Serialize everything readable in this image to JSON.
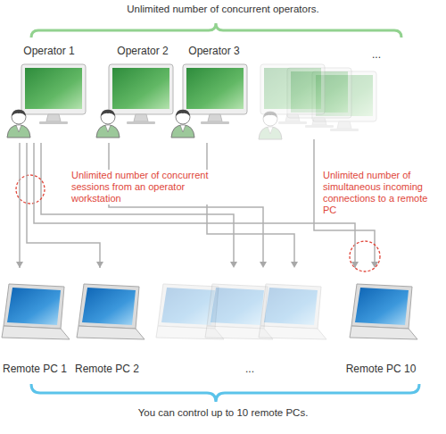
{
  "diagram": {
    "title": "Unlimited number of concurrent operators.",
    "caption": "You can control up to 10 remote PCs.",
    "nodes": [
      {
        "text": [
          "Operator 1"
        ]
      },
      {
        "text": [
          "Operator 2"
        ]
      },
      {
        "text": [
          "Operator 3"
        ]
      },
      {
        "text": [
          "Remote PC 1"
        ]
      },
      {
        "text": [
          "Remote PC 2"
        ]
      },
      {
        "text": [
          "Remote PC 10"
        ]
      }
    ],
    "edges": [
      {
        "from": 0,
        "to": 3,
        "arrow": "to"
      },
      {
        "from": 0,
        "to": 4,
        "arrow": "to"
      },
      {
        "from": 0,
        "to": 5,
        "arrow": "to"
      }
    ],
    "labels": [
      "...",
      "Unlimited number of concurrent sessions from an operator workstation",
      "Unlimited number of simultaneous incoming connections to a remote PC",
      "..."
    ]
  }
}
